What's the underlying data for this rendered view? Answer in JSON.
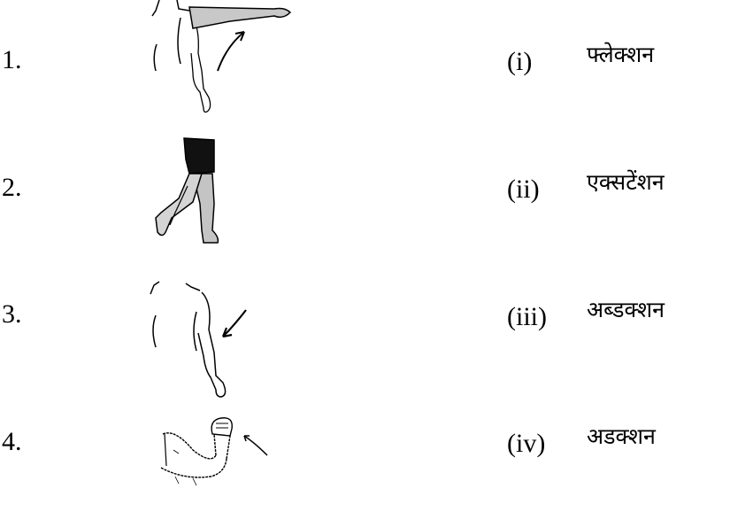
{
  "items": [
    {
      "number": "1.",
      "figure_icon": "arm-raised-forward-icon"
    },
    {
      "number": "2.",
      "figure_icon": "leg-bending-backward-icon"
    },
    {
      "number": "3.",
      "figure_icon": "arm-lowering-to-side-icon"
    },
    {
      "number": "4.",
      "figure_icon": "elbow-bent-fist-icon"
    }
  ],
  "options": [
    {
      "roman": "(i)",
      "term": "फ्लेक्शन"
    },
    {
      "roman": "(ii)",
      "term": "एक्सटेंशन"
    },
    {
      "roman": "(iii)",
      "term": "अब्डक्शन"
    },
    {
      "roman": "(iv)",
      "term": "अडक्शन"
    }
  ]
}
